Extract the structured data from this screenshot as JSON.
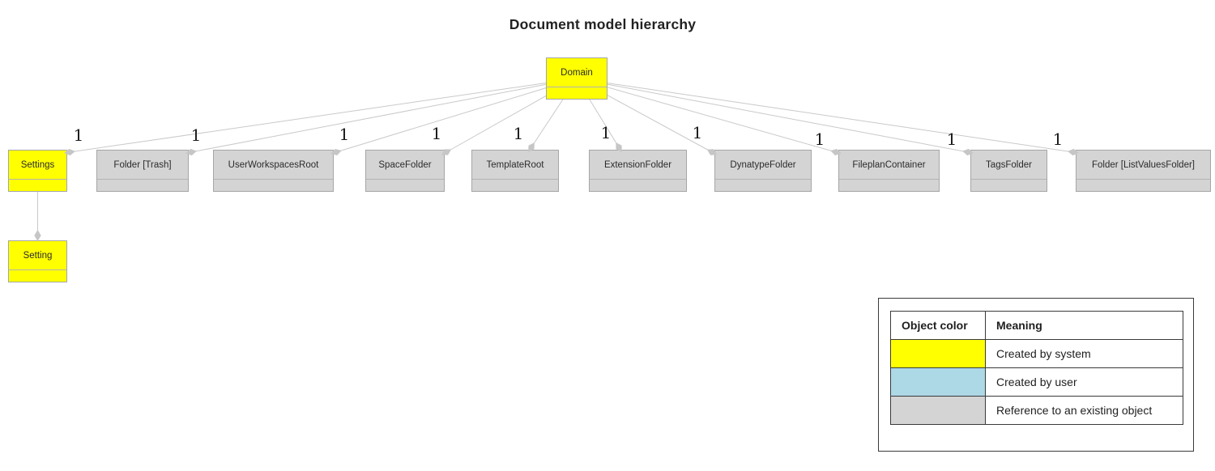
{
  "title": "Document model hierarchy",
  "diagram": {
    "root": {
      "id": "domain",
      "label": "Domain",
      "color_key": "system"
    },
    "children": [
      {
        "id": "settings",
        "label": "Settings",
        "color_key": "system",
        "multiplicity": "1"
      },
      {
        "id": "folder-trash",
        "label": "Folder [Trash]",
        "color_key": "reference",
        "multiplicity": "1"
      },
      {
        "id": "user-workspaces-root",
        "label": "UserWorkspacesRoot",
        "color_key": "reference",
        "multiplicity": "1"
      },
      {
        "id": "space-folder",
        "label": "SpaceFolder",
        "color_key": "reference",
        "multiplicity": "1"
      },
      {
        "id": "template-root",
        "label": "TemplateRoot",
        "color_key": "reference",
        "multiplicity": "1"
      },
      {
        "id": "extension-folder",
        "label": "ExtensionFolder",
        "color_key": "reference",
        "multiplicity": "1"
      },
      {
        "id": "dynatype-folder",
        "label": "DynatypeFolder",
        "color_key": "reference",
        "multiplicity": "1"
      },
      {
        "id": "fileplan-container",
        "label": "FileplanContainer",
        "color_key": "reference",
        "multiplicity": "1"
      },
      {
        "id": "tags-folder",
        "label": "TagsFolder",
        "color_key": "reference",
        "multiplicity": "1"
      },
      {
        "id": "folder-listvalues",
        "label": "Folder [ListValuesFolder]",
        "color_key": "reference",
        "multiplicity": "1"
      }
    ],
    "sub": {
      "id": "setting",
      "parent": "settings",
      "label": "Setting",
      "color_key": "system",
      "multiplicity": ""
    }
  },
  "colors": {
    "system": "#ffff00",
    "user": "#add8e6",
    "reference": "#d4d4d4",
    "node_border": "#a6a6a6",
    "divider": "#b4b4b4",
    "edge": "#c9c9c9",
    "marker": "#c6c6c6"
  },
  "legend": {
    "headers": [
      "Object color",
      "Meaning"
    ],
    "rows": [
      {
        "color_key": "system",
        "color": "#ffff00",
        "meaning": "Created by system"
      },
      {
        "color_key": "user",
        "color": "#add8e6",
        "meaning": "Created by user"
      },
      {
        "color_key": "reference",
        "color": "#d4d4d4",
        "meaning": "Reference to an existing object"
      }
    ]
  }
}
